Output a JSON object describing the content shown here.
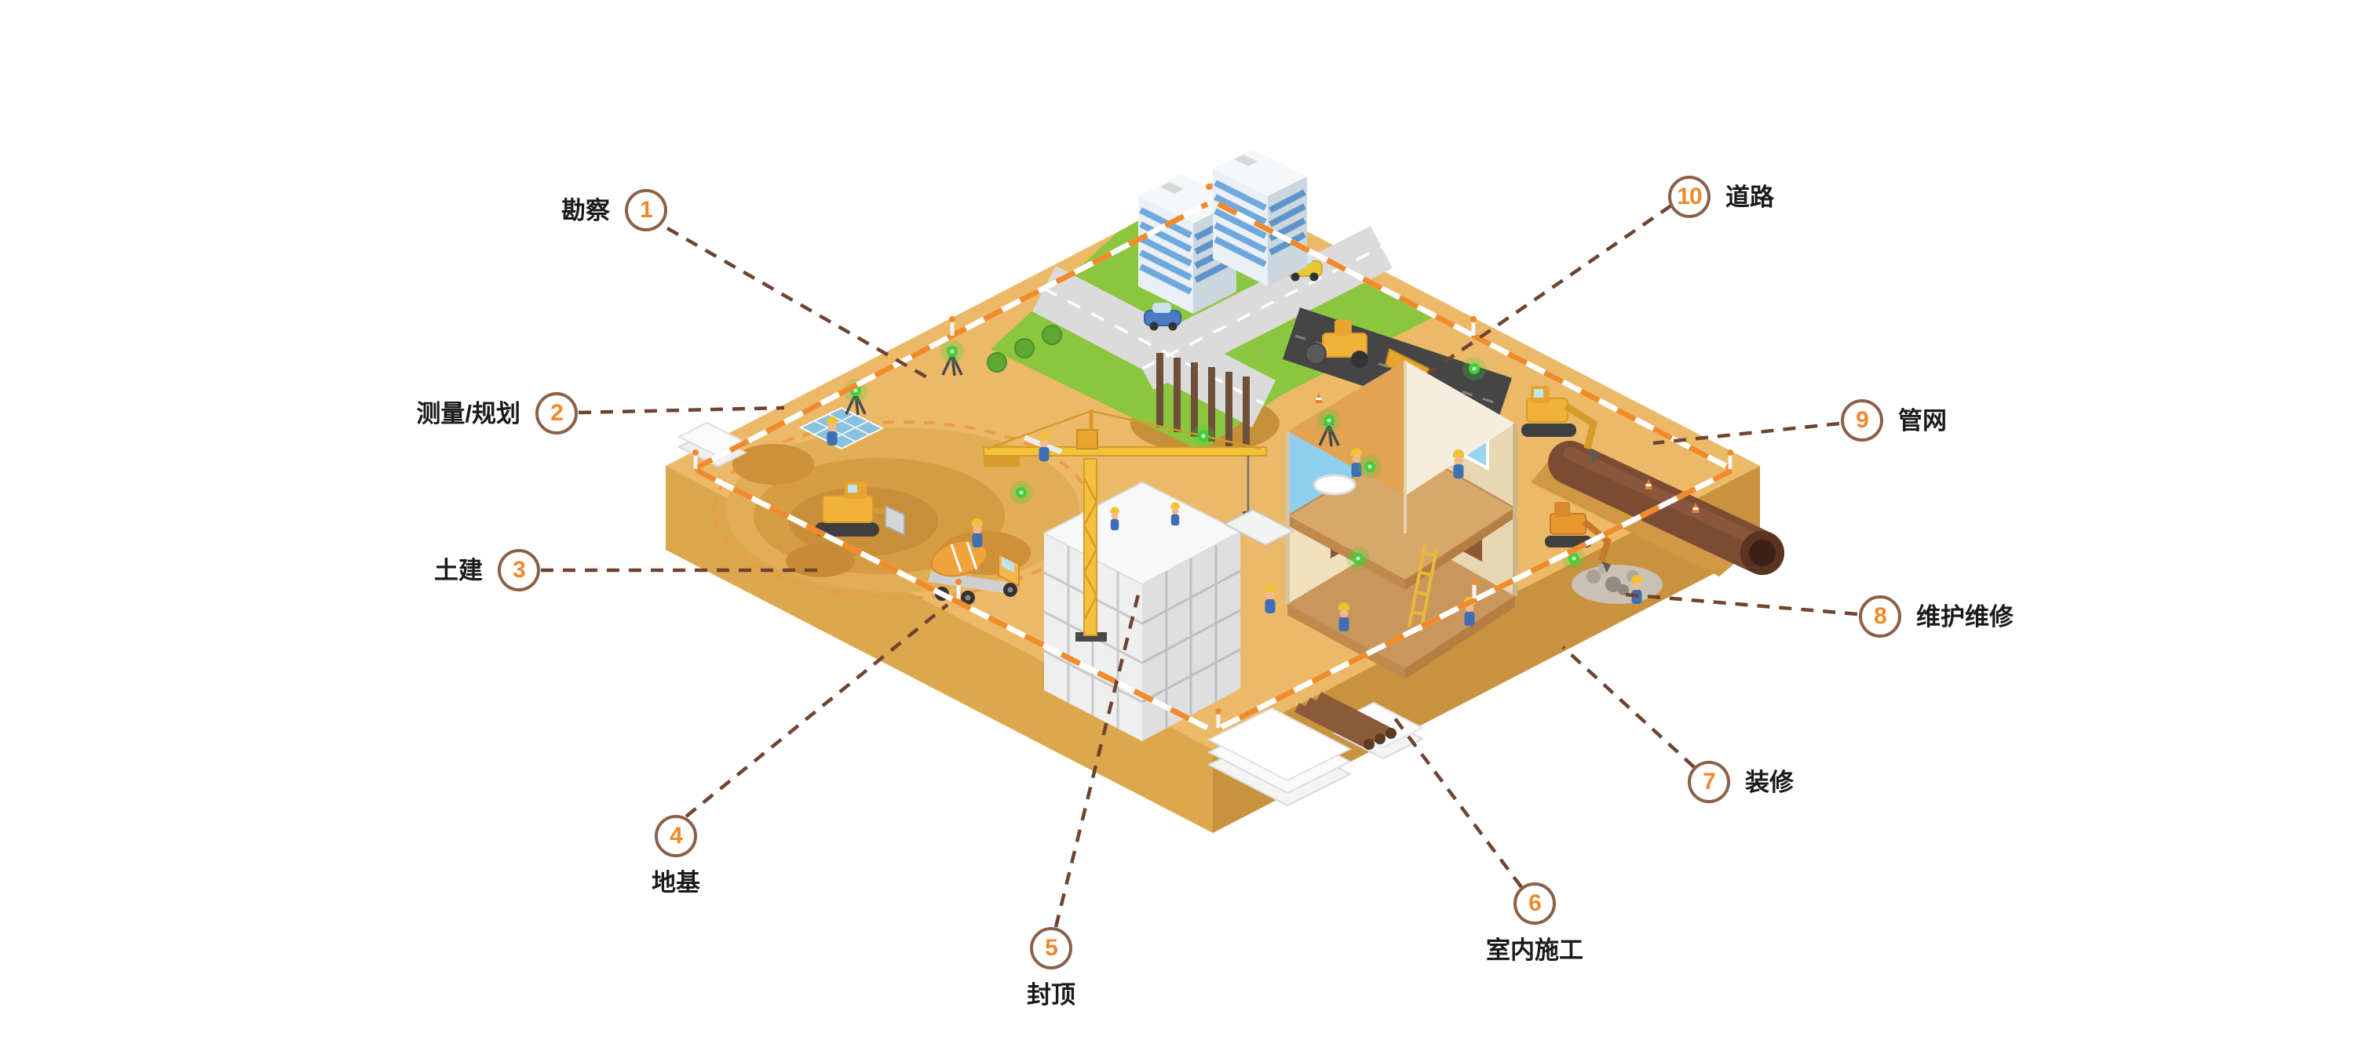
{
  "diagram": {
    "callouts": [
      {
        "num": "1",
        "label": "勘察"
      },
      {
        "num": "2",
        "label": "测量/规划"
      },
      {
        "num": "3",
        "label": "土建"
      },
      {
        "num": "4",
        "label": "地基"
      },
      {
        "num": "5",
        "label": "封顶"
      },
      {
        "num": "6",
        "label": "室内施工"
      },
      {
        "num": "7",
        "label": "装修"
      },
      {
        "num": "8",
        "label": "维护维修"
      },
      {
        "num": "9",
        "label": "管网"
      },
      {
        "num": "10",
        "label": "道路"
      }
    ],
    "colors": {
      "number_accent": "#F0882B",
      "circle_ring": "#8A6048",
      "leader_line": "#6E4430",
      "label_text": "#1A1A1A",
      "ground_sand": "#EBB968",
      "grass_green": "#8CC63E",
      "asphalt_dark": "#454545",
      "pipe_brown": "#7C4B33",
      "machine_yellow": "#F2B237",
      "barrier_orange": "#F08A2B",
      "marker_green": "#3ED13C"
    }
  }
}
